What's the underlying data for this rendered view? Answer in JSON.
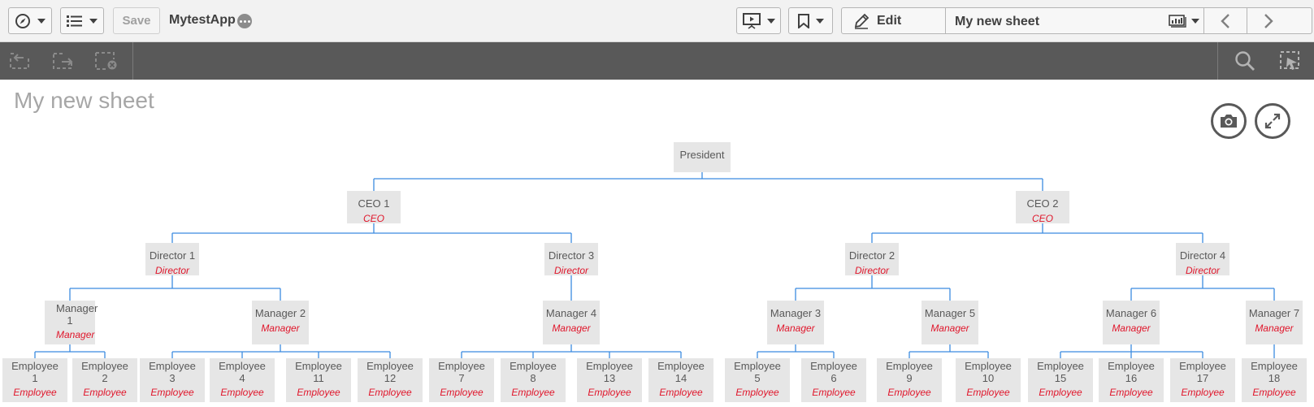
{
  "toolbar": {
    "save_label": "Save",
    "app_title": "MytestApp",
    "edit_label": "Edit",
    "sheet_name": "My new sheet"
  },
  "icons": {
    "navigation": "compass-icon",
    "menu": "list-icon",
    "present": "presentation-icon",
    "bookmark": "bookmark-icon",
    "edit": "pencil-icon",
    "sheets": "sheets-icon",
    "prev": "chevron-left-icon",
    "next": "chevron-right-icon",
    "undo": "undo-icon",
    "redo": "redo-icon",
    "clear": "clear-selections-icon",
    "search": "search-icon",
    "selections": "selections-tool-icon",
    "snapshot": "camera-icon",
    "expand": "expand-icon"
  },
  "colors": {
    "accent_link": "#3b8be0",
    "role_text": "#e0162b",
    "darkbar": "#595959"
  },
  "sheet": {
    "title": "My new sheet"
  },
  "chart_data": {
    "type": "org-chart",
    "nodes": [
      {
        "id": "president",
        "name": "President",
        "role": "",
        "parent": null
      },
      {
        "id": "ceo1",
        "name": "CEO 1",
        "role": "CEO",
        "parent": "president"
      },
      {
        "id": "ceo2",
        "name": "CEO 2",
        "role": "CEO",
        "parent": "president"
      },
      {
        "id": "dir1",
        "name": "Director 1",
        "role": "Director",
        "parent": "ceo1"
      },
      {
        "id": "dir3",
        "name": "Director 3",
        "role": "Director",
        "parent": "ceo1"
      },
      {
        "id": "dir2",
        "name": "Director 2",
        "role": "Director",
        "parent": "ceo2"
      },
      {
        "id": "dir4",
        "name": "Director 4",
        "role": "Director",
        "parent": "ceo2"
      },
      {
        "id": "mgr1",
        "name": "Manager 1",
        "role": "Manager",
        "parent": "dir1"
      },
      {
        "id": "mgr2",
        "name": "Manager 2",
        "role": "Manager",
        "parent": "dir1"
      },
      {
        "id": "mgr4",
        "name": "Manager 4",
        "role": "Manager",
        "parent": "dir3"
      },
      {
        "id": "mgr3",
        "name": "Manager 3",
        "role": "Manager",
        "parent": "dir2"
      },
      {
        "id": "mgr5",
        "name": "Manager 5",
        "role": "Manager",
        "parent": "dir2"
      },
      {
        "id": "mgr6",
        "name": "Manager 6",
        "role": "Manager",
        "parent": "dir4"
      },
      {
        "id": "mgr7",
        "name": "Manager 7",
        "role": "Manager",
        "parent": "dir4"
      },
      {
        "id": "e1",
        "name": "Employee 1",
        "role": "Employee",
        "parent": "mgr1"
      },
      {
        "id": "e2",
        "name": "Employee 2",
        "role": "Employee",
        "parent": "mgr1"
      },
      {
        "id": "e3",
        "name": "Employee 3",
        "role": "Employee",
        "parent": "mgr2"
      },
      {
        "id": "e4",
        "name": "Employee 4",
        "role": "Employee",
        "parent": "mgr2"
      },
      {
        "id": "e11",
        "name": "Employee 11",
        "role": "Employee",
        "parent": "mgr2"
      },
      {
        "id": "e12",
        "name": "Employee 12",
        "role": "Employee",
        "parent": "mgr2"
      },
      {
        "id": "e7",
        "name": "Employee 7",
        "role": "Employee",
        "parent": "mgr4"
      },
      {
        "id": "e8",
        "name": "Employee 8",
        "role": "Employee",
        "parent": "mgr4"
      },
      {
        "id": "e13",
        "name": "Employee 13",
        "role": "Employee",
        "parent": "mgr4"
      },
      {
        "id": "e14",
        "name": "Employee 14",
        "role": "Employee",
        "parent": "mgr4"
      },
      {
        "id": "e5",
        "name": "Employee 5",
        "role": "Employee",
        "parent": "mgr3"
      },
      {
        "id": "e6",
        "name": "Employee 6",
        "role": "Employee",
        "parent": "mgr3"
      },
      {
        "id": "e9",
        "name": "Employee 9",
        "role": "Employee",
        "parent": "mgr5"
      },
      {
        "id": "e10",
        "name": "Employee 10",
        "role": "Employee",
        "parent": "mgr5"
      },
      {
        "id": "e15",
        "name": "Employee 15",
        "role": "Employee",
        "parent": "mgr6"
      },
      {
        "id": "e16",
        "name": "Employee 16",
        "role": "Employee",
        "parent": "mgr6"
      },
      {
        "id": "e17",
        "name": "Employee 17",
        "role": "Employee",
        "parent": "mgr6"
      },
      {
        "id": "e18",
        "name": "Employee 18",
        "role": "Employee",
        "parent": "mgr7"
      }
    ]
  }
}
